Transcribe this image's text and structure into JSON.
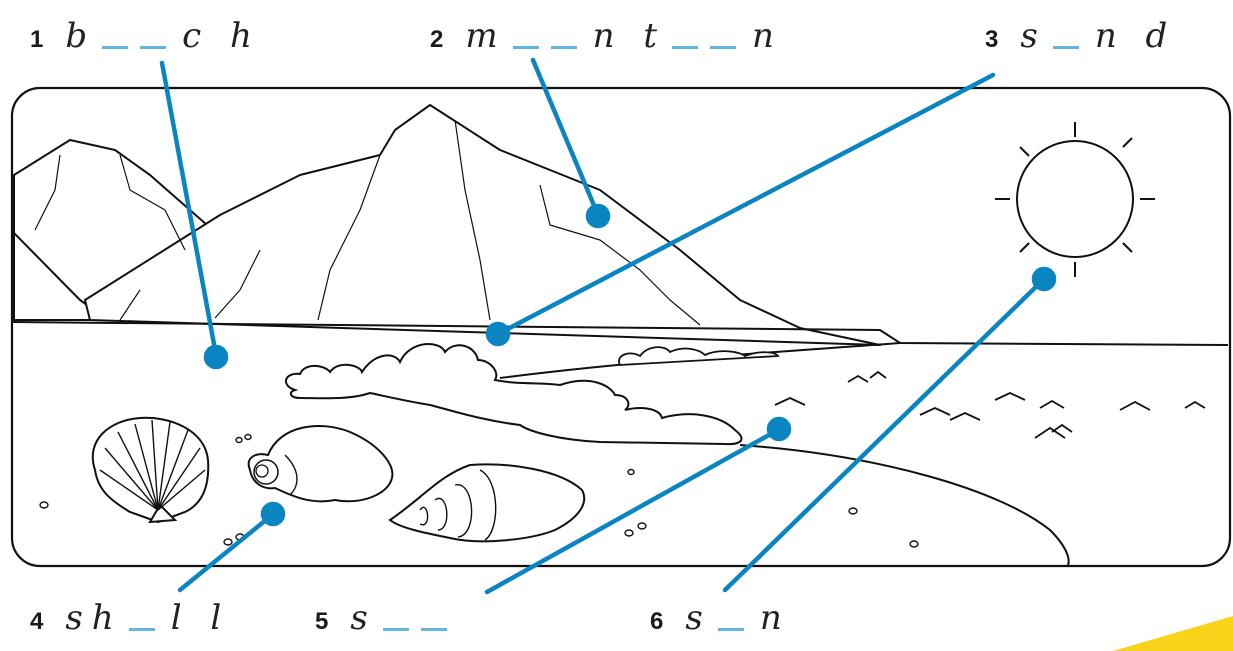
{
  "words": [
    {
      "num": "1",
      "parts": [
        "b",
        "_",
        "_",
        "c h"
      ]
    },
    {
      "num": "2",
      "parts": [
        "m",
        "_",
        "_",
        "n t",
        "_",
        "_",
        "n"
      ]
    },
    {
      "num": "3",
      "parts": [
        "s",
        "_",
        "n d"
      ]
    },
    {
      "num": "4",
      "parts": [
        "sh",
        "_",
        "l l"
      ]
    },
    {
      "num": "5",
      "parts": [
        "s",
        "_",
        "_"
      ]
    },
    {
      "num": "6",
      "parts": [
        "s",
        "_",
        "n"
      ]
    }
  ],
  "colors": {
    "line": "#0b84c2",
    "blank": "#5fb7e0",
    "accent": "#f7d31a",
    "ink": "#222222"
  }
}
